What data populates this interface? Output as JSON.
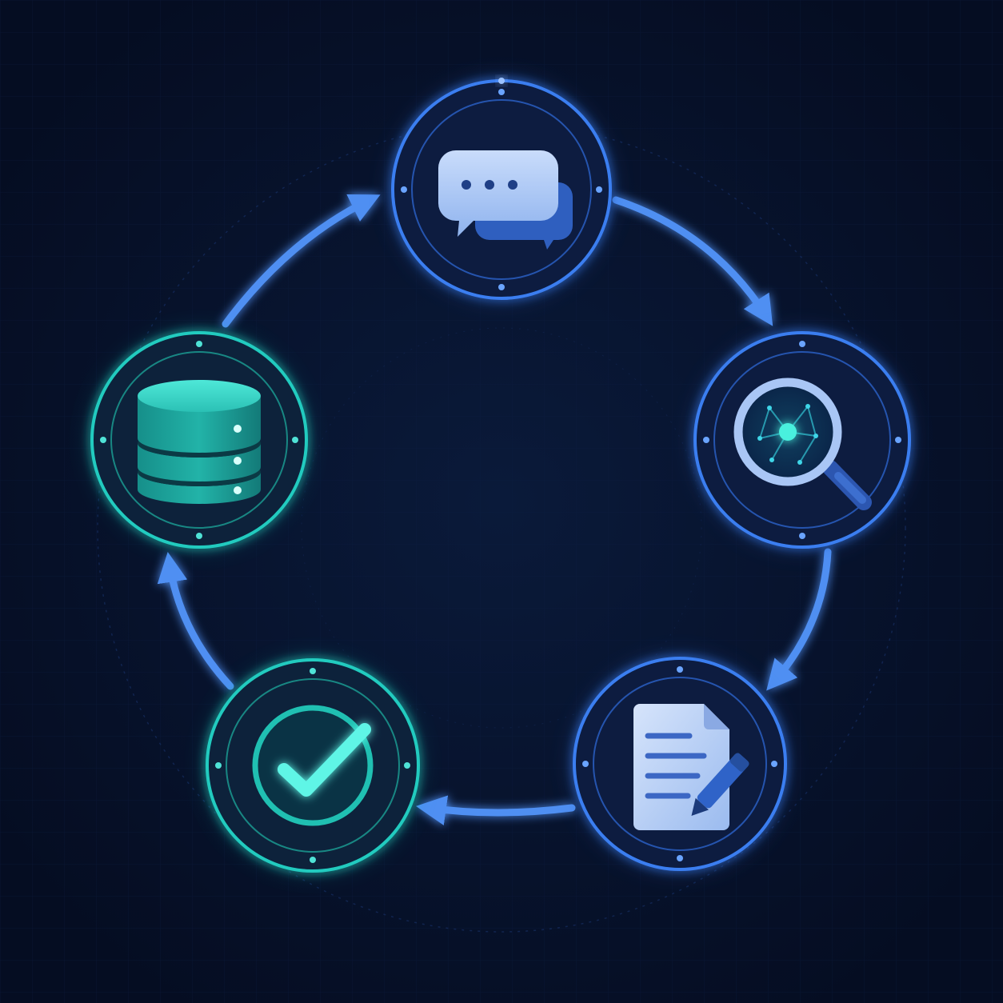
{
  "palette": {
    "background": "#061027",
    "blue": "#4d8df5",
    "blue_light": "#8ab8ff",
    "teal": "#2ee6d6",
    "teal_light": "#7ff5ea",
    "doc_paper": "#c6d8f7"
  },
  "nodes": [
    {
      "id": "chat",
      "icon": "chat-bubbles-icon",
      "accent": "blue"
    },
    {
      "id": "search",
      "icon": "magnifier-network-icon",
      "accent": "blue"
    },
    {
      "id": "document",
      "icon": "document-pen-icon",
      "accent": "blue"
    },
    {
      "id": "check",
      "icon": "checkmark-icon",
      "accent": "teal"
    },
    {
      "id": "database",
      "icon": "database-icon",
      "accent": "teal"
    }
  ],
  "flow": [
    {
      "from": "database",
      "to": "chat"
    },
    {
      "from": "chat",
      "to": "search"
    },
    {
      "from": "search",
      "to": "document"
    },
    {
      "from": "document",
      "to": "check"
    },
    {
      "from": "check",
      "to": "database"
    }
  ]
}
